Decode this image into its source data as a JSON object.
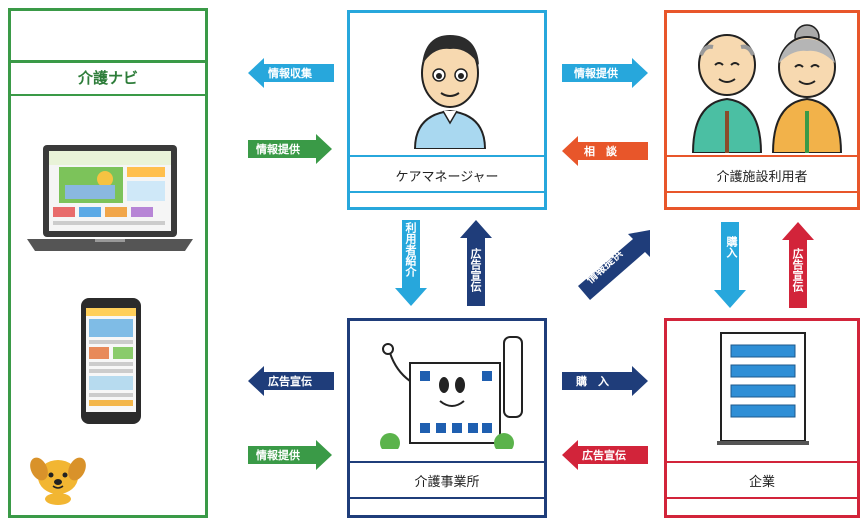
{
  "navi": {
    "title": "介護ナビ"
  },
  "nodes": {
    "care_manager": "ケアマネージャー",
    "facility_user": "介護施設利用者",
    "care_office": "介護事業所",
    "company": "企業"
  },
  "arrows": {
    "info_collect": "情報収集",
    "info_provide_top": "情報提供",
    "info_provide_left1": "情報提供",
    "consult": "相　談",
    "user_intro": "利用者紹介",
    "ad_cm": "広告宣伝",
    "info_provide_diag": "情報提供",
    "purchase_down": "購入",
    "ad_up_right": "広告宣伝",
    "ad_left": "広告宣伝",
    "purchase_right": "購　入",
    "info_provide_left2": "情報提供",
    "ad_company_left": "広告宣伝"
  },
  "colors": {
    "green": "#3a9a47",
    "cyan": "#27a7dc",
    "orange": "#e8562a",
    "navy": "#1f3d7a",
    "crimson": "#d2243a"
  }
}
